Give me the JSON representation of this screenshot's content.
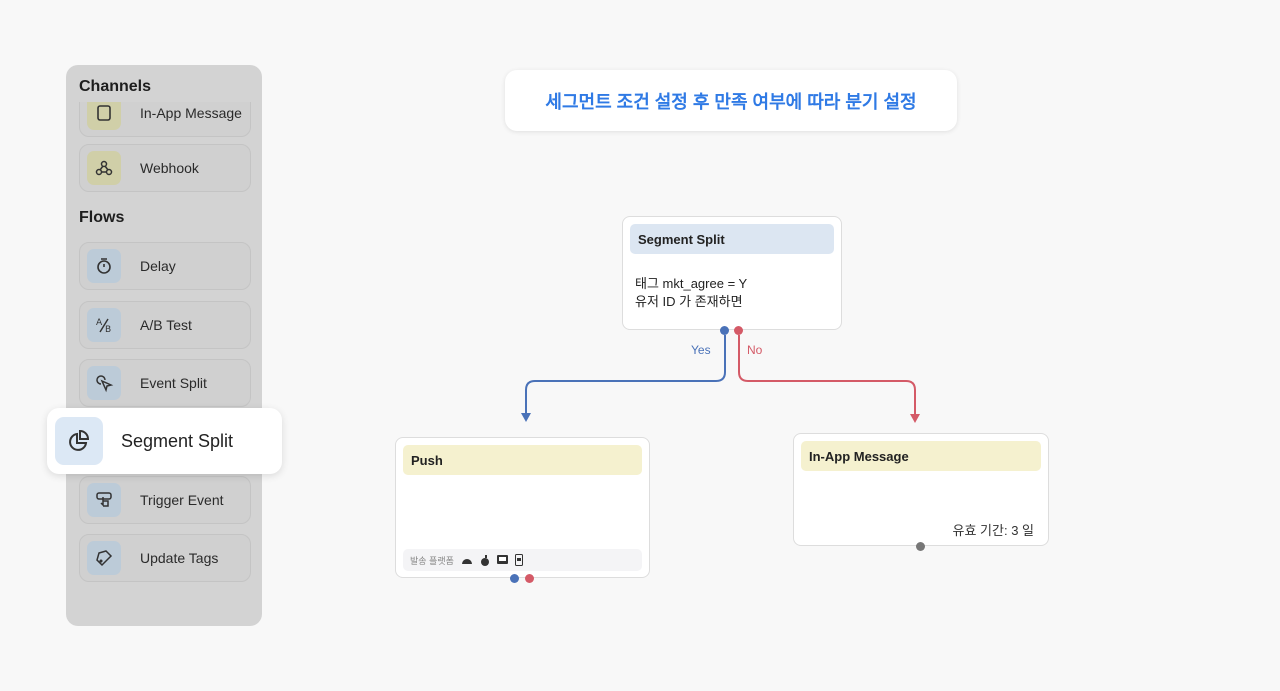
{
  "sidebar": {
    "channels_title": "Channels",
    "flows_title": "Flows",
    "channels": [
      {
        "label": "In-App Message",
        "icon": "message-icon"
      },
      {
        "label": "Webhook",
        "icon": "webhook-icon"
      }
    ],
    "flows": [
      {
        "label": "Delay",
        "icon": "timer-icon"
      },
      {
        "label": "A/B Test",
        "icon": "ab-test-icon"
      },
      {
        "label": "Event Split",
        "icon": "cursor-icon"
      },
      {
        "label": "Segment Split",
        "icon": "pie-chart-icon"
      },
      {
        "label": "Trigger Event",
        "icon": "tap-icon"
      },
      {
        "label": "Update Tags",
        "icon": "tag-icon"
      }
    ]
  },
  "banner": "세그먼트 조건 설정 후 만족 여부에 따라 분기 설정",
  "segment_node": {
    "title": "Segment Split",
    "line1": "태그 mkt_agree = Y",
    "line2": "유저 ID 가 존재하면",
    "yes": "Yes",
    "no": "No"
  },
  "push_node": {
    "title": "Push",
    "platform_label": "발송 플랫폼",
    "platforms": [
      "android-icon",
      "apple-icon",
      "web-icon",
      "mobile-icon"
    ]
  },
  "inapp_node": {
    "title": "In-App Message",
    "validity": "유효 기간: 3 일"
  },
  "colors": {
    "yes": "#4a72b8",
    "no": "#d45a67",
    "banner": "#2f7ae5"
  }
}
